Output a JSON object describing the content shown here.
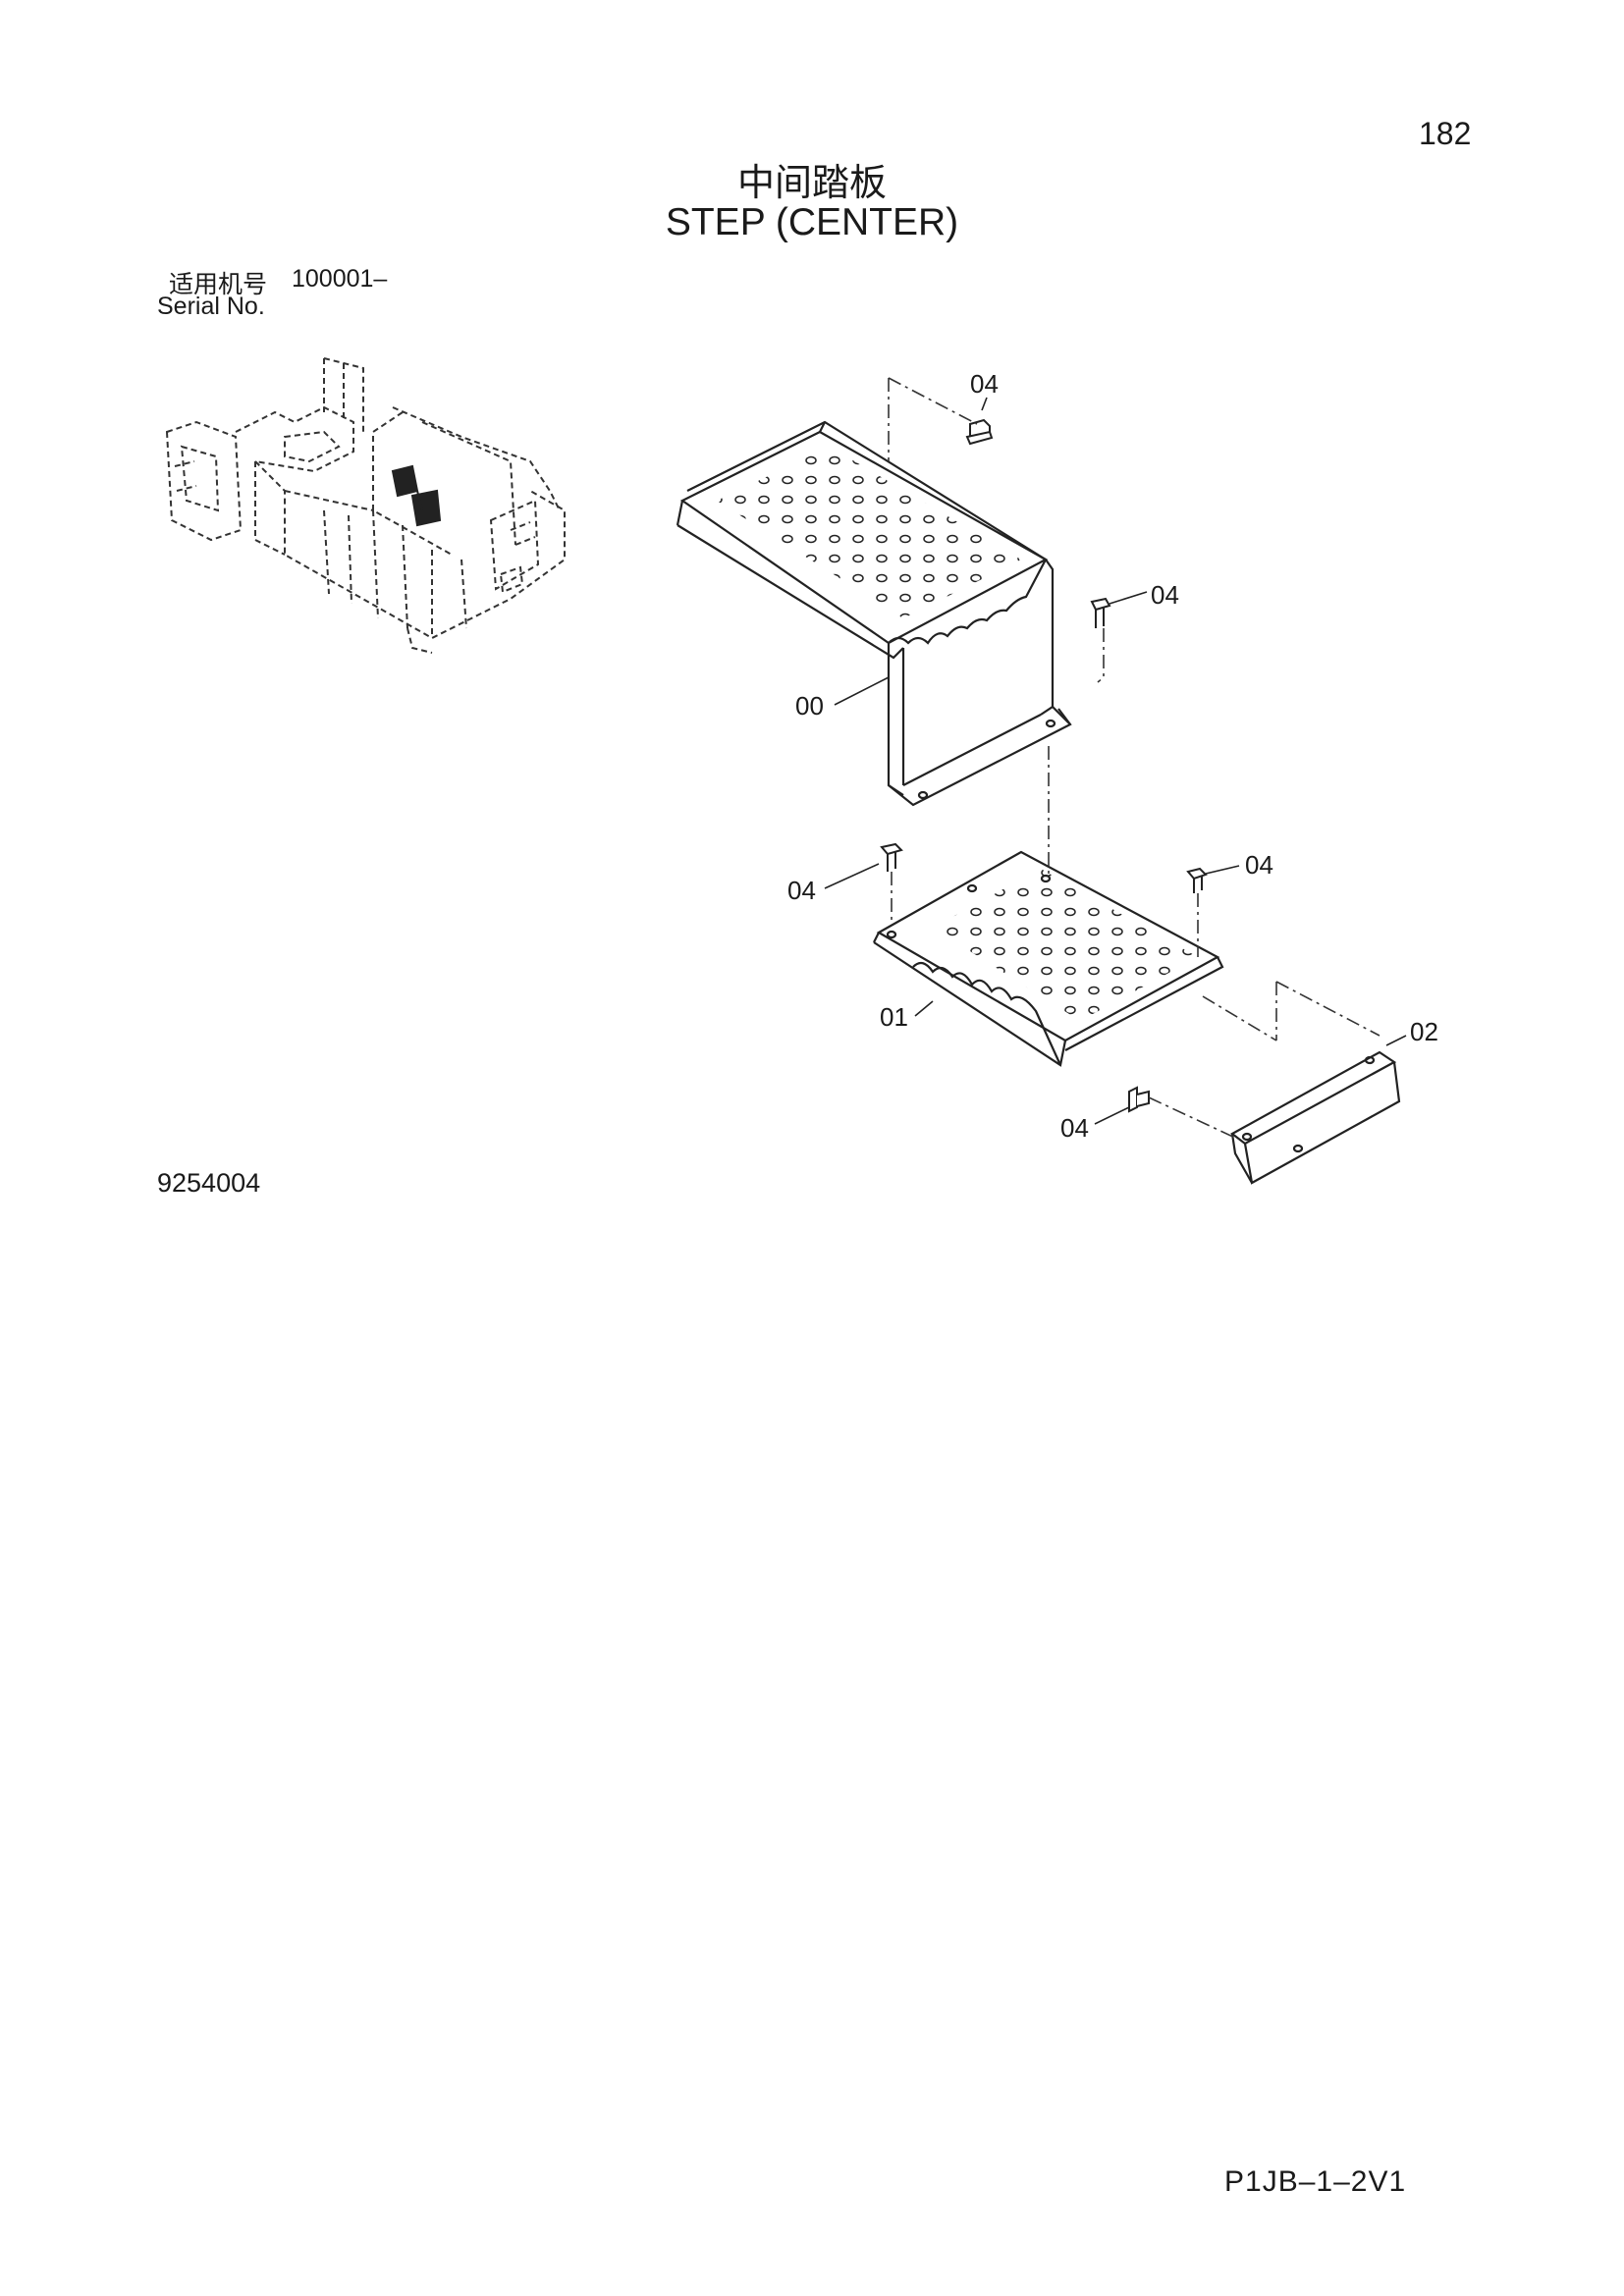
{
  "header": {
    "page_number": "182",
    "title_cn": "中间踏板",
    "title_en": "STEP (CENTER)"
  },
  "serial": {
    "label_cn": "适用机号",
    "value": "100001–",
    "label_en": "Serial No."
  },
  "figure_number": "9254004",
  "doc_code": "P1JB–1–2V1",
  "callouts": {
    "c04_top": "04",
    "c04_right_upper": "04",
    "c00": "00",
    "c04_left_mid": "04",
    "c04_right_mid": "04",
    "c01": "01",
    "c02": "02",
    "c04_bottom": "04"
  },
  "icons": {
    "machine_overview": "excavator-outline-icon",
    "step_upper": "perforated-step-bracket-icon",
    "step_lower": "perforated-step-plate-icon",
    "bracket": "angle-bracket-icon",
    "bolt": "flange-bolt-icon"
  }
}
